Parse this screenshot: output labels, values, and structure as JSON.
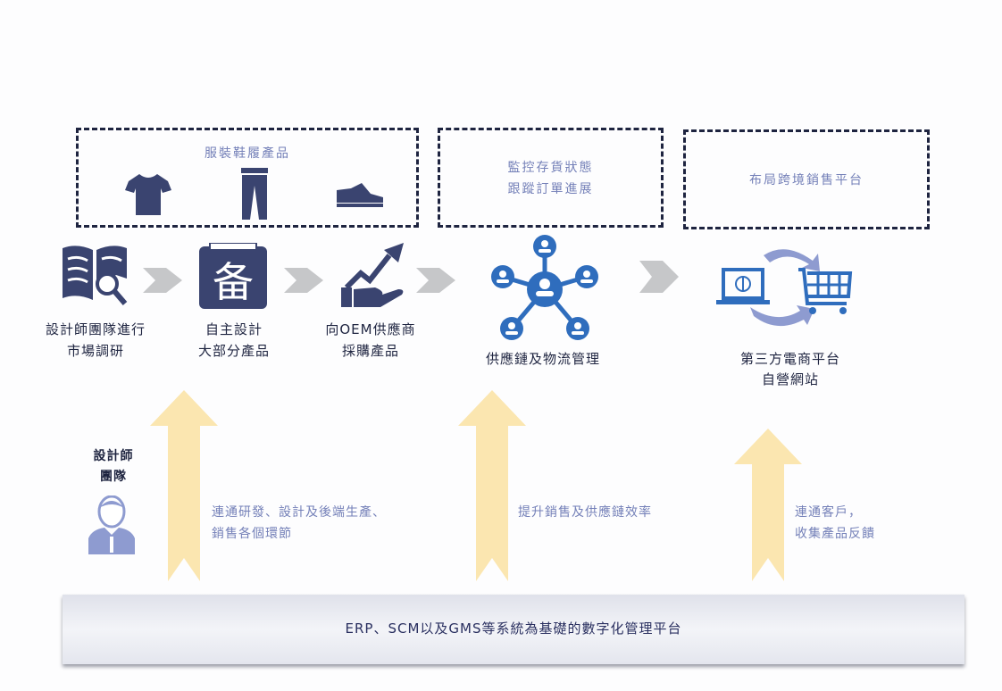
{
  "top_boxes": {
    "apparel": {
      "title": "服裝鞋履產品"
    },
    "inventory": {
      "line1": "監控存貨狀態",
      "line2": "跟蹤訂單進展"
    },
    "crossborder": {
      "title": "布局跨境銷售平台"
    }
  },
  "steps": [
    {
      "line1": "設計師團隊進行",
      "line2": "市場調研"
    },
    {
      "line1": "自主設計",
      "line2": "大部分產品"
    },
    {
      "line1": "向OEM供應商",
      "line2": "採購產品"
    },
    {
      "line1": "供應鏈及物流管理"
    },
    {
      "line1": "第三方電商平台",
      "line2": "自營網站"
    }
  ],
  "designer": {
    "line1": "設計師",
    "line2": "團隊"
  },
  "notes": [
    {
      "line1": "連通研發、設計及後端生產、",
      "line2": "銷售各個環節"
    },
    {
      "line1": "提升銷售及供應鏈效率"
    },
    {
      "line1": "連通客戶，",
      "line2": "收集產品反饋"
    }
  ],
  "platform": {
    "label": "ERP、SCM以及GMS等系統為基礎的數字化管理平台"
  },
  "colors": {
    "navy": "#3a4470",
    "blue": "#2f6dbd",
    "yellow": "#fbe6b0",
    "gray_arrow": "#c6c7c9"
  }
}
